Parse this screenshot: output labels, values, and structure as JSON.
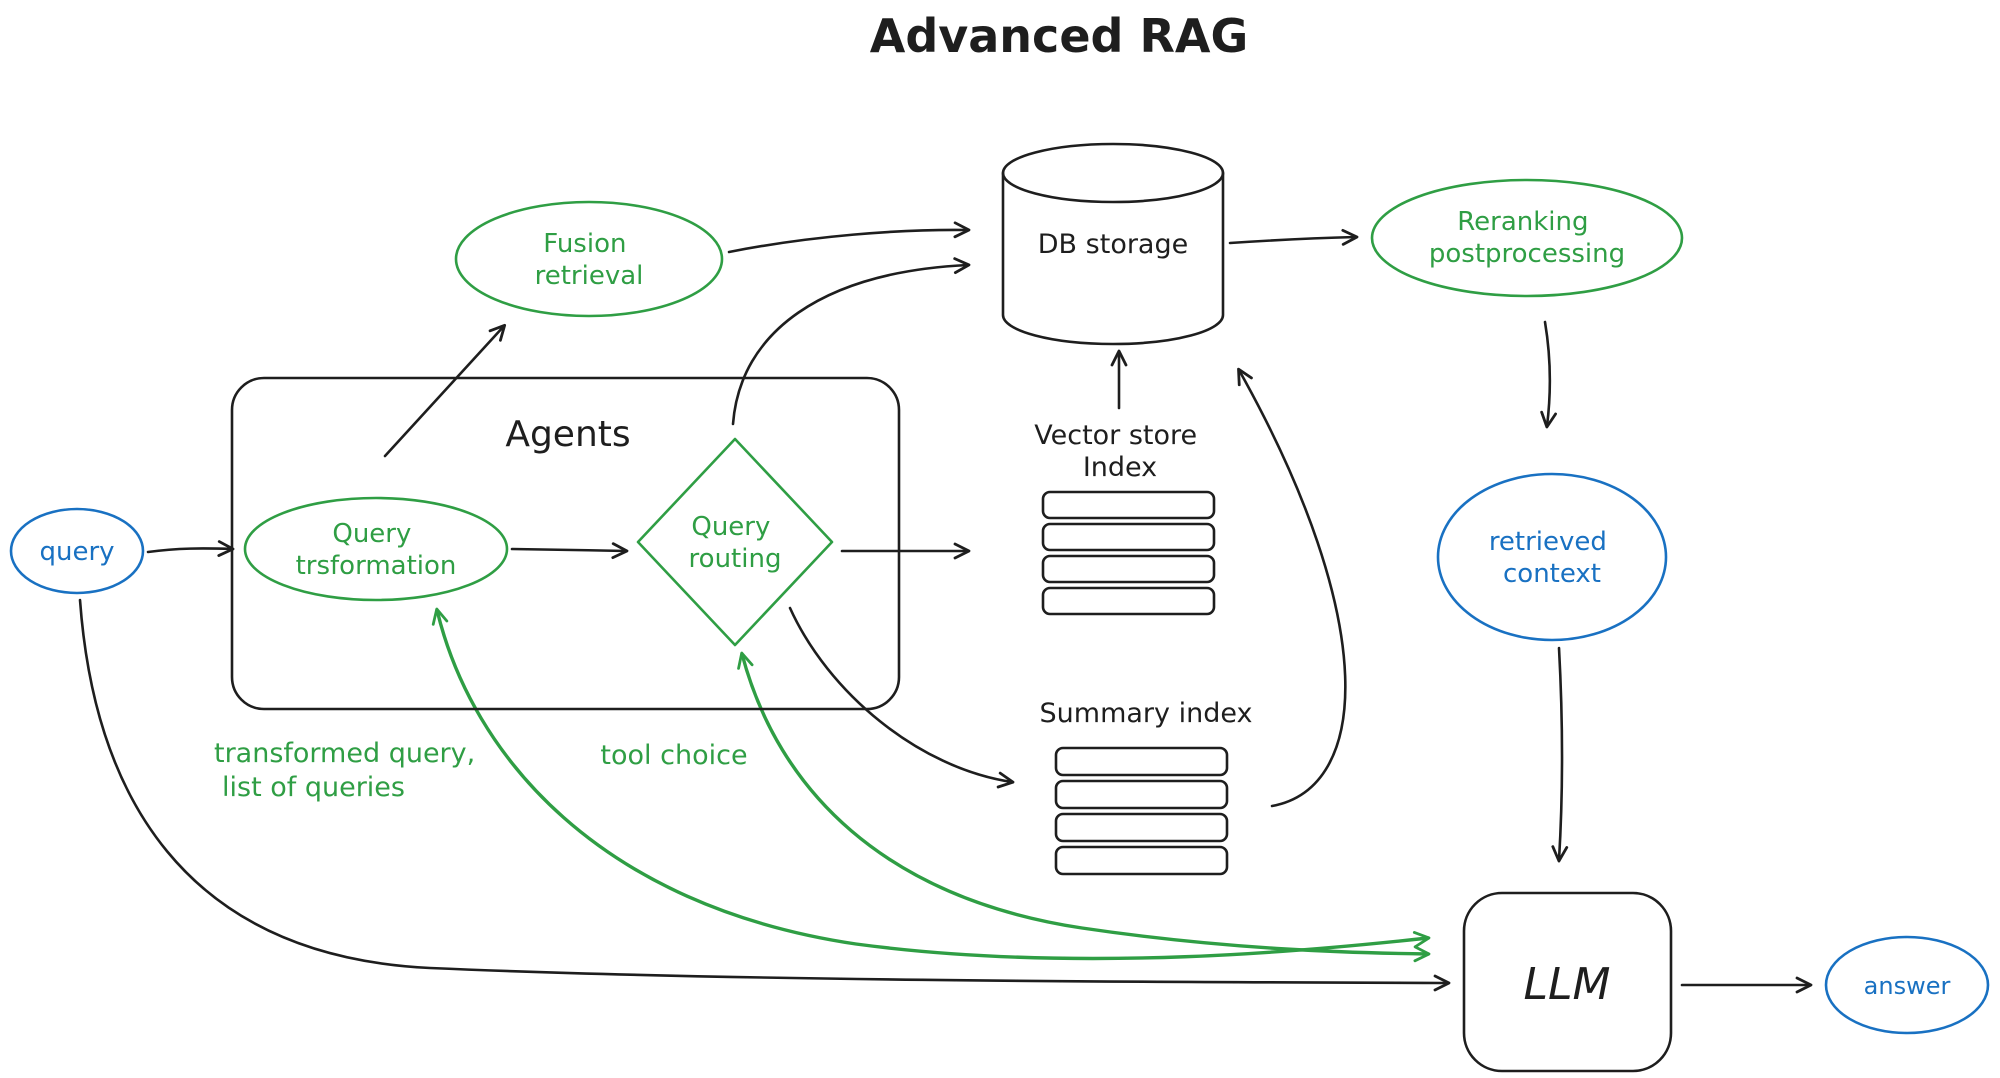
{
  "title": "Advanced RAG",
  "colors": {
    "ink": "#1e1e1e",
    "green": "#2f9e44",
    "blue": "#1971c2",
    "bg": "#ffffff"
  },
  "nodes": {
    "query": {
      "label": "query"
    },
    "agents": {
      "label": "Agents"
    },
    "query_transformation": {
      "line1": "Query",
      "line2": "trsformation"
    },
    "query_routing": {
      "line1": "Query",
      "line2": "routing"
    },
    "fusion_retrieval": {
      "line1": "Fusion",
      "line2": "retrieval"
    },
    "db_storage": {
      "label": "DB storage"
    },
    "reranking": {
      "line1": "Reranking",
      "line2": "postprocessing"
    },
    "vector_store_index": {
      "line1": "Vector store",
      "line2": "Index"
    },
    "summary_index": {
      "label": "Summary index"
    },
    "retrieved_context": {
      "line1": "retrieved",
      "line2": "context"
    },
    "llm": {
      "label": "LLM"
    },
    "answer": {
      "label": "answer"
    }
  },
  "annotations": {
    "transformed_query": {
      "line1": "transformed query,",
      "line2": "list of queries"
    },
    "tool_choice": {
      "label": "tool choice"
    }
  }
}
